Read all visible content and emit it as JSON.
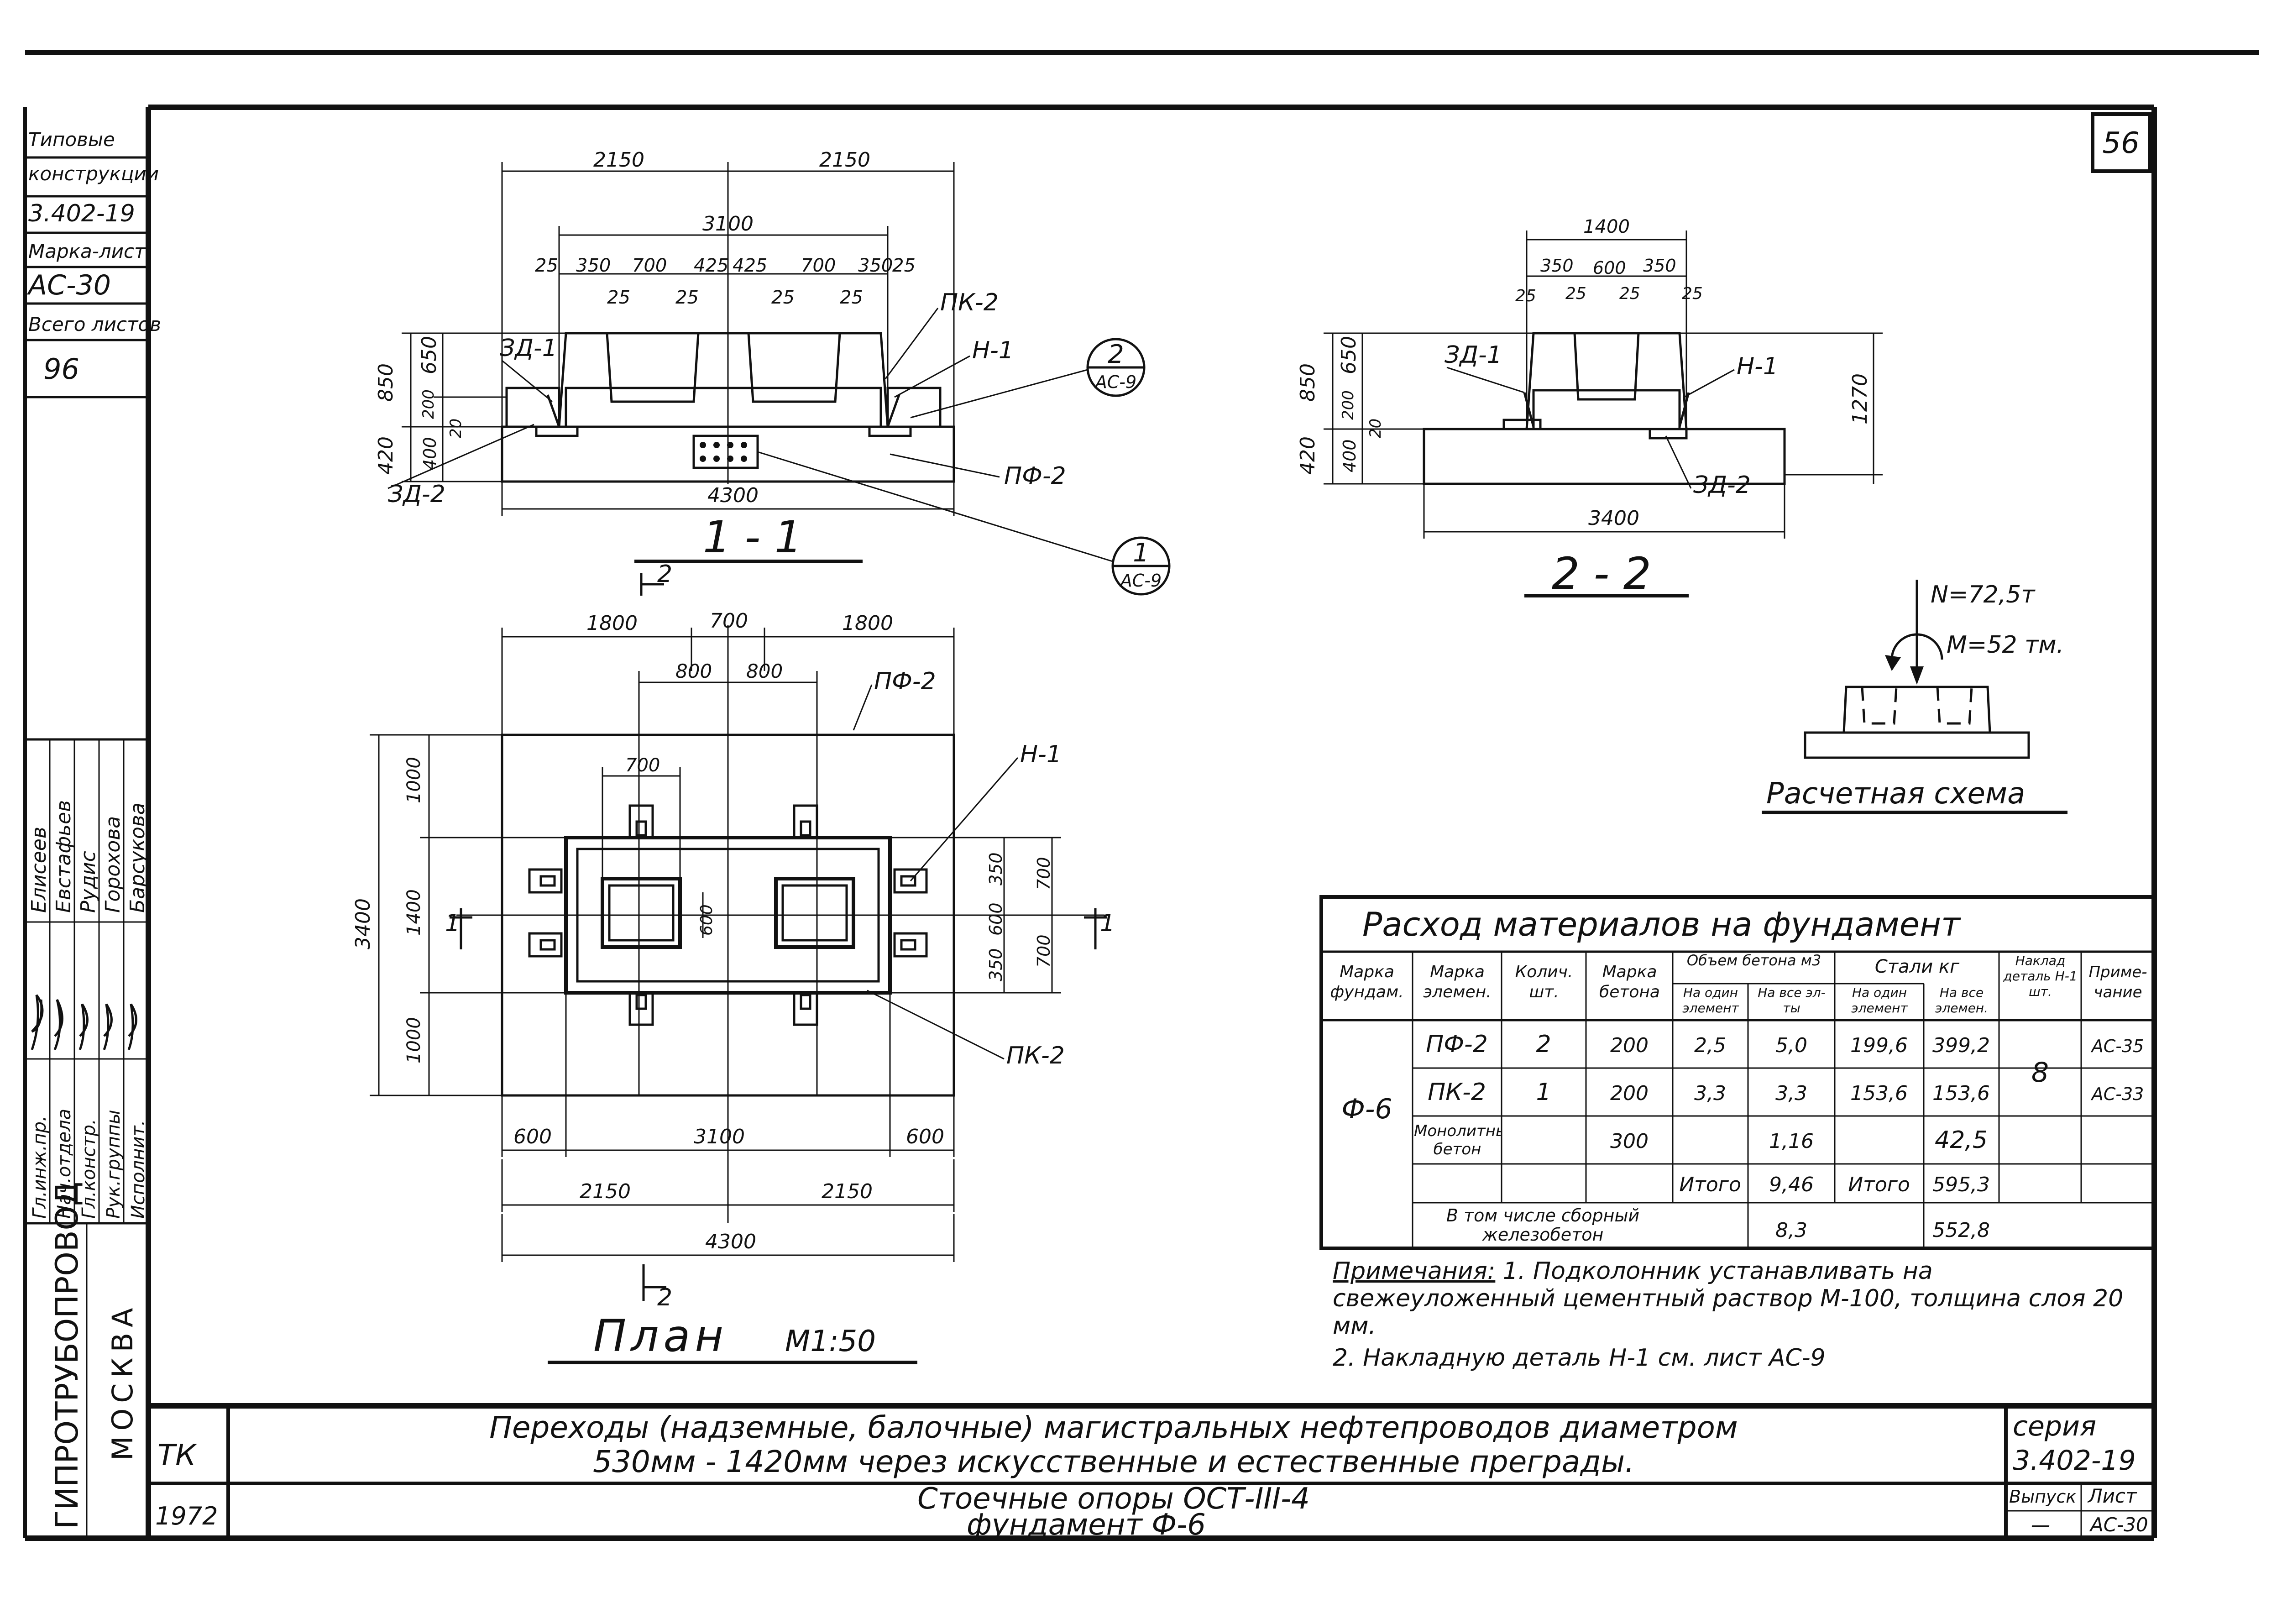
{
  "sheet": {
    "number": "56"
  },
  "left_strip": {
    "rows": [
      "Типовые",
      "конструкции",
      "3.402-19",
      "Марка-лист",
      "АС-30",
      "Всего листов",
      "96"
    ]
  },
  "staff": [
    {
      "role": "Гл.инж.пр.",
      "name": "Елисеев"
    },
    {
      "role": "Нач.отдела",
      "name": "Евстафьев"
    },
    {
      "role": "Гл.констр.",
      "name": "Рудис"
    },
    {
      "role": "Рук.группы",
      "name": "Горохова"
    },
    {
      "role": "Исполнит.",
      "name": "Барсукова"
    }
  ],
  "organization": {
    "name": "ГИПРОТРУБОПРОВОД",
    "city": "МОСКВА"
  },
  "section_1": {
    "title": "1 - 1",
    "dims_top": [
      "2150",
      "2150"
    ],
    "dim_overall_top": "3100",
    "dims_row": [
      "25",
      "350",
      "700",
      "425",
      "425",
      "700",
      "350",
      "25"
    ],
    "dims_row2": [
      "25",
      "25",
      "25",
      "25"
    ],
    "dims_left": [
      "850",
      "650",
      "200",
      "20",
      "420",
      "400"
    ],
    "dim_bottom": "4300",
    "labels": {
      "zd1": "ЗД-1",
      "zd2": "ЗД-2",
      "pk2": "ПК-2",
      "n1": "Н-1",
      "pf2": "ПФ-2"
    },
    "callout_a": {
      "num": "2",
      "sheet": "АС-9"
    },
    "callout_b": {
      "num": "1",
      "sheet": "АС-9"
    },
    "cut_mark": "2"
  },
  "section_2": {
    "title": "2 - 2",
    "dim_top": "1400",
    "dims_row": [
      "350",
      "600",
      "350"
    ],
    "dims_row2": [
      "25",
      "25",
      "25",
      "25"
    ],
    "dims_left": [
      "850",
      "650",
      "200",
      "20",
      "420",
      "400"
    ],
    "dim_right": "1270",
    "dim_bottom": "3400",
    "labels": {
      "zd1": "ЗД-1",
      "n1": "Н-1",
      "zd2": "ЗД-2"
    }
  },
  "plan": {
    "title": "План",
    "scale": "М1:50",
    "dims_top": [
      "1800",
      "700",
      "1800"
    ],
    "dims_top2": [
      "800",
      "800"
    ],
    "dim_inner": "700",
    "dim_left_overall": "3400",
    "dims_left": [
      "1000",
      "1400",
      "1000"
    ],
    "dims_right": [
      "350",
      "600",
      "350"
    ],
    "dims_right2": [
      "700",
      "700"
    ],
    "dim_center": "600",
    "dims_bottom": [
      "600",
      "3100",
      "600"
    ],
    "dims_bottom2": [
      "2150",
      "2150"
    ],
    "dim_bottom_overall": "4300",
    "labels": {
      "pf2": "ПФ-2",
      "n1": "Н-1",
      "pk2": "ПК-2"
    },
    "cut_left": "1",
    "cut_right": "1",
    "cut_bottom": "2"
  },
  "scheme": {
    "title": "Расчетная схема",
    "force_n": "N=72,5т",
    "moment_m": "М=52 тм."
  },
  "materials_table": {
    "title": "Расход материалов на фундамент",
    "headers": {
      "mark_found": "Марка фундам.",
      "mark_elem": "Марка элемен.",
      "qty": "Колич. шт.",
      "concrete_grade": "Марка бетона",
      "volume": "Объем бетона м3",
      "vol_one": "На один элемент",
      "vol_all": "На все эл-ты",
      "steel": "Стали кг",
      "steel_one": "На один элемент",
      "steel_all": "На все элемен.",
      "overlay": "Наклад деталь Н-1 шт.",
      "note": "Приме-чание"
    },
    "foundation": "Ф-6",
    "overlay_count": "8",
    "rows": [
      {
        "elem": "ПФ-2",
        "qty": "2",
        "grade": "200",
        "vol_one": "2,5",
        "vol_all": "5,0",
        "st_one": "199,6",
        "st_all": "399,2",
        "note": "АС-35"
      },
      {
        "elem": "ПК-2",
        "qty": "1",
        "grade": "200",
        "vol_one": "3,3",
        "vol_all": "3,3",
        "st_one": "153,6",
        "st_all": "153,6",
        "note": "АС-33"
      },
      {
        "elem": "Монолитный бетон",
        "qty": "",
        "grade": "300",
        "vol_one": "",
        "vol_all": "1,16",
        "st_one": "",
        "st_all": "42,5",
        "note": ""
      }
    ],
    "total": {
      "label": "Итого",
      "vol_all": "9,46",
      "label2": "Итого",
      "st_all": "595,3"
    },
    "prefab": {
      "label": "В том числе сборный железобетон",
      "vol_all": "8,3",
      "st_all": "552,8"
    }
  },
  "notes": {
    "heading": "Примечания:",
    "items": [
      "1. Подколонник устанавливать на свежеуложенный цементный раствор М-100, толщина слоя 20 мм.",
      "2. Накладную деталь Н-1 см. лист АС-9"
    ]
  },
  "title_block": {
    "org_code": "ТК",
    "year": "1972",
    "title_line1": "Переходы (надземные, балочные) магистральных нефтепроводов диаметром",
    "title_line2": "530мм - 1420мм через искусственные и естественные преграды.",
    "sub_line1": "Стоечные опоры ОСТ-III-4",
    "sub_line2": "фундамент Ф-6",
    "series_label": "серия",
    "series_value": "3.402-19",
    "issue_label": "Выпуск",
    "sheet_label": "Лист",
    "issue_value": "—",
    "sheet_value": "АС-30"
  }
}
